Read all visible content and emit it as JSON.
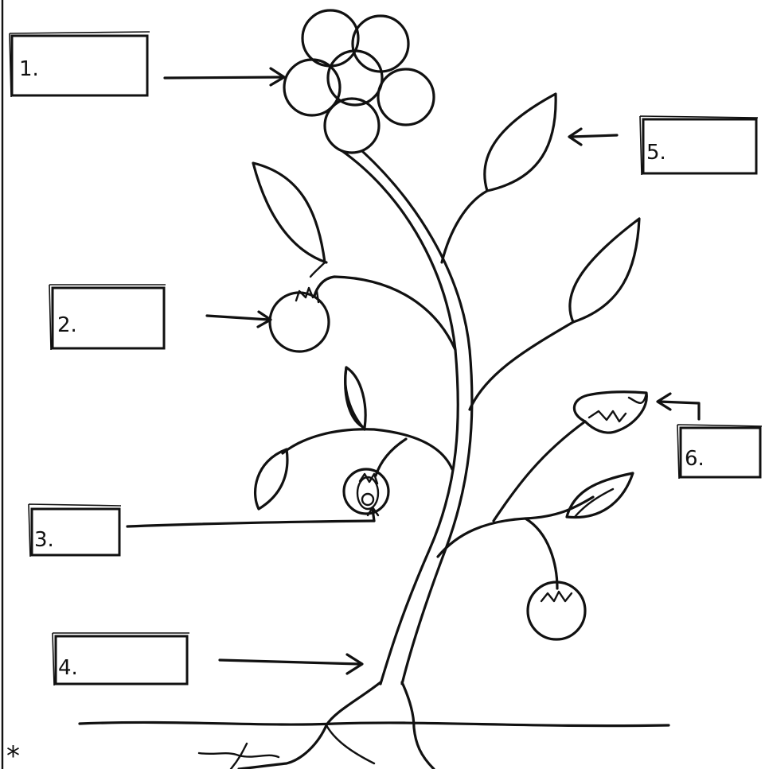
{
  "labels": [
    {
      "id": "1",
      "text": "1."
    },
    {
      "id": "2",
      "text": "2."
    },
    {
      "id": "3",
      "text": "3."
    },
    {
      "id": "4",
      "text": "4."
    },
    {
      "id": "5",
      "text": "5."
    },
    {
      "id": "6",
      "text": "6."
    }
  ],
  "marker": "*"
}
